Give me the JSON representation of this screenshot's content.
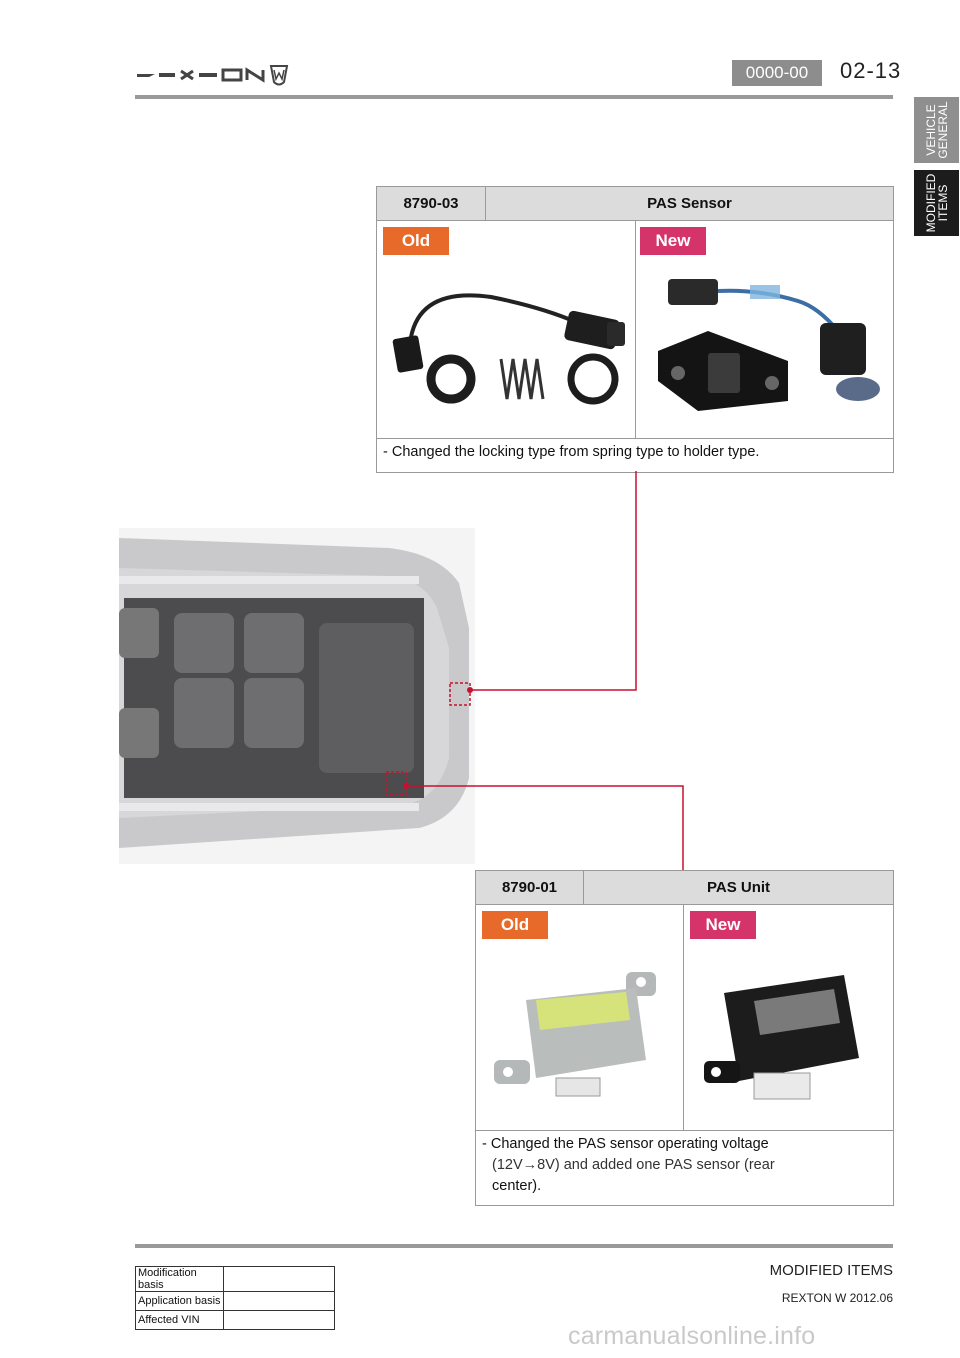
{
  "header": {
    "brand": "REXTON W",
    "code": "0000-00",
    "page": "02-13"
  },
  "side_tabs": [
    {
      "label": "VEHICLE\nGENERAL",
      "active": false
    },
    {
      "label": "MODIFIED\nITEMS",
      "active": true
    }
  ],
  "parts": [
    {
      "code": "8790-03",
      "name": "PAS Sensor",
      "old_label": "Old",
      "new_label": "New",
      "old_image": "pas-sensor-old-photo",
      "new_image": "pas-sensor-new-photo",
      "description": "- Changed the locking type from spring type to holder type."
    },
    {
      "code": "8790-01",
      "name": "PAS Unit",
      "old_label": "Old",
      "new_label": "New",
      "old_image": "pas-unit-old-photo",
      "new_image": "pas-unit-new-photo",
      "description_lines": [
        "- Changed the PAS sensor operating voltage",
        "(12V→8V) and added one PAS sensor (rear",
        "center)."
      ]
    }
  ],
  "colors": {
    "old_tag": "#e86a2a",
    "new_tag": "#d4346a",
    "callout": "#c8102e",
    "header_badge": "#8d8d8d"
  },
  "footer": {
    "basis_rows": [
      {
        "label": "Modification basis",
        "value": ""
      },
      {
        "label": "Application basis",
        "value": ""
      },
      {
        "label": "Affected VIN",
        "value": ""
      }
    ],
    "title": "MODIFIED ITEMS",
    "subtitle": "REXTON W 2012.06",
    "watermark": "carmanualsonline.info"
  }
}
